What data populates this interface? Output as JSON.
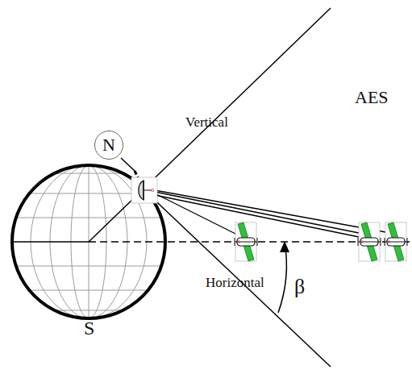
{
  "diagram": {
    "nodes": [
      {
        "text": [
          "N"
        ]
      }
    ],
    "labels": [
      "S",
      "Vertical",
      "Horizontal",
      "β",
      "AES"
    ]
  }
}
